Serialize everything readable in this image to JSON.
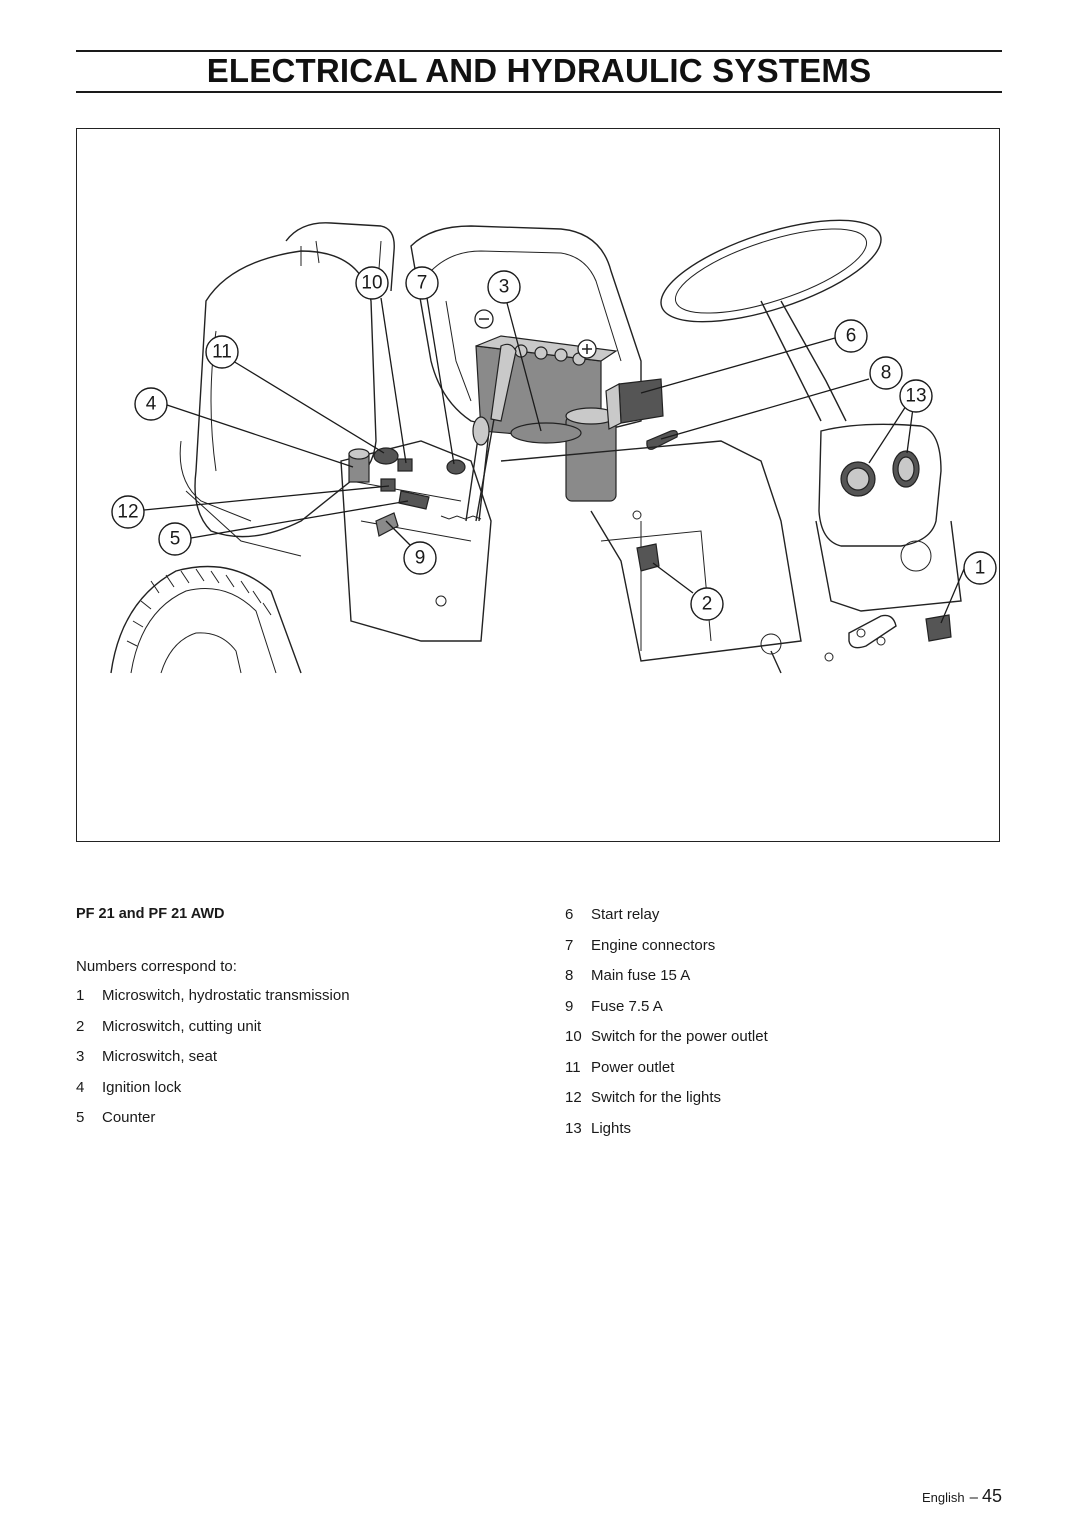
{
  "header": {
    "title": "ELECTRICAL AND HYDRAULIC SYSTEMS"
  },
  "figure": {
    "callouts": [
      "10",
      "7",
      "3",
      "6",
      "8",
      "13",
      "11",
      "4",
      "12",
      "5",
      "9",
      "1",
      "2"
    ]
  },
  "caption": "PF 21 and PF 21 AWD",
  "intro": "Numbers correspond to:",
  "legend_left": [
    {
      "num": "1",
      "label": "Microswitch, hydrostatic transmission"
    },
    {
      "num": "2",
      "label": "Microswitch, cutting unit"
    },
    {
      "num": "3",
      "label": "Microswitch, seat"
    },
    {
      "num": "4",
      "label": "Ignition lock"
    },
    {
      "num": "5",
      "label": "Counter"
    }
  ],
  "legend_right": [
    {
      "num": "6",
      "label": "Start relay"
    },
    {
      "num": "7",
      "label": "Engine connectors"
    },
    {
      "num": "8",
      "label": "Main fuse 15 A"
    },
    {
      "num": "9",
      "label": "Fuse 7.5 A"
    },
    {
      "num": "10",
      "label": "Switch for the power outlet"
    },
    {
      "num": "11",
      "label": "Power outlet"
    },
    {
      "num": "12",
      "label": "Switch for the lights"
    },
    {
      "num": "13",
      "label": "Lights"
    }
  ],
  "footer": {
    "language": "English",
    "dash": "–",
    "page": "45"
  }
}
